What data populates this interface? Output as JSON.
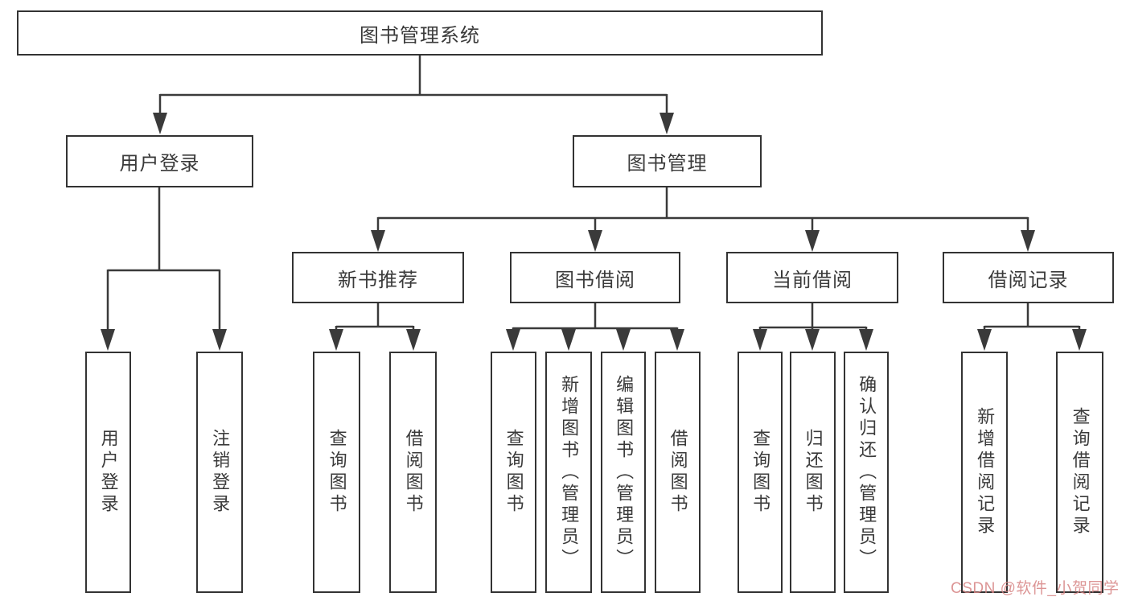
{
  "tree": {
    "label": "图书管理系统",
    "children": [
      {
        "label": "用户登录",
        "children": [
          {
            "label": "用户登录"
          },
          {
            "label": "注销登录"
          }
        ]
      },
      {
        "label": "图书管理",
        "children": [
          {
            "label": "新书推荐",
            "children": [
              {
                "label": "查询图书"
              },
              {
                "label": "借阅图书"
              }
            ]
          },
          {
            "label": "图书借阅",
            "children": [
              {
                "label": "查询图书"
              },
              {
                "label": "新增图书（管理员）"
              },
              {
                "label": "编辑图书（管理员）"
              },
              {
                "label": "借阅图书"
              }
            ]
          },
          {
            "label": "当前借阅",
            "children": [
              {
                "label": "查询图书"
              },
              {
                "label": "归还图书"
              },
              {
                "label": "确认归还（管理员）"
              }
            ]
          },
          {
            "label": "借阅记录",
            "children": [
              {
                "label": "新增借阅记录"
              },
              {
                "label": "查询借阅记录"
              }
            ]
          }
        ]
      }
    ]
  },
  "watermark": {
    "text": "CSDN @软件_小贺同学"
  },
  "colors": {
    "line": "#3a3a3a",
    "box_border": "#333333",
    "text": "#3a3a3a",
    "background": "#ffffff",
    "watermark": "#d68282"
  }
}
